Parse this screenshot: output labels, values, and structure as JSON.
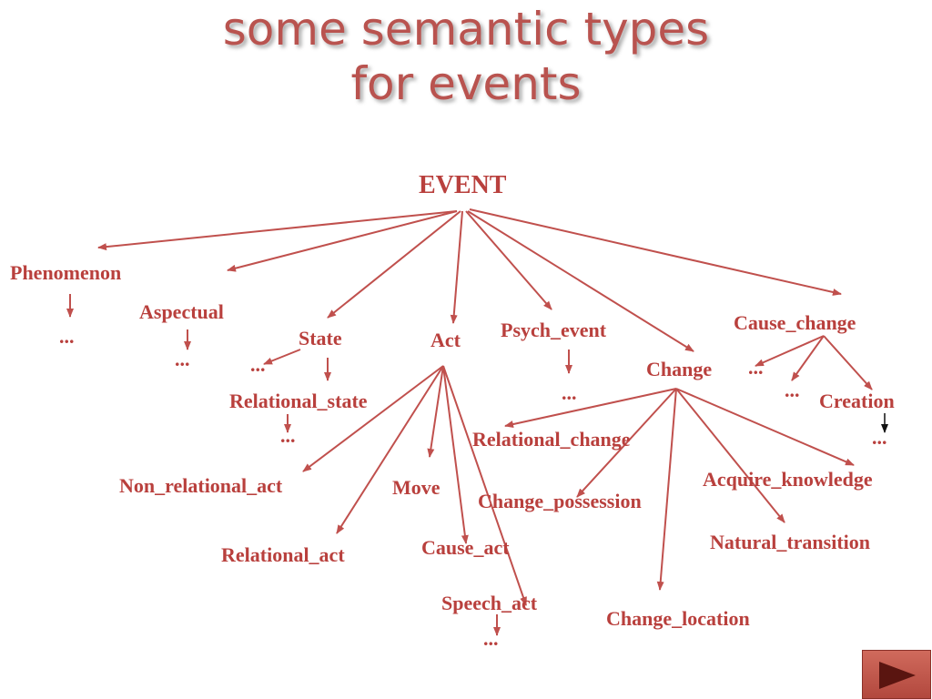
{
  "title": {
    "line1": "some semantic types",
    "line2": "for events"
  },
  "nodes": {
    "event": "EVENT",
    "phenomenon": "Phenomenon",
    "phenomenon_more": "...",
    "aspectual": "Aspectual",
    "aspectual_more": "...",
    "state": "State",
    "state_more": "...",
    "relational_state": "Relational_state",
    "relational_state_more": "...",
    "act": "Act",
    "non_relational_act": "Non_relational_act",
    "relational_act": "Relational_act",
    "move": "Move",
    "cause_act": "Cause_act",
    "speech_act": "Speech_act",
    "speech_act_more": "...",
    "psych_event": "Psych_event",
    "psych_event_more": "...",
    "change": "Change",
    "relational_change": "Relational_change",
    "change_possession": "Change_possession",
    "change_location": "Change_location",
    "natural_transition": "Natural_transition",
    "acquire_knowledge": "Acquire_knowledge",
    "cause_change": "Cause_change",
    "cause_change_more_1": "...",
    "cause_change_more_2": "...",
    "creation": "Creation",
    "creation_more": "..."
  },
  "edges": [
    [
      "event",
      "phenomenon"
    ],
    [
      "event",
      "aspectual"
    ],
    [
      "event",
      "state"
    ],
    [
      "event",
      "act"
    ],
    [
      "event",
      "psych_event"
    ],
    [
      "event",
      "change"
    ],
    [
      "event",
      "cause_change"
    ],
    [
      "phenomenon",
      "phenomenon_more"
    ],
    [
      "aspectual",
      "aspectual_more"
    ],
    [
      "state",
      "state_more"
    ],
    [
      "state",
      "relational_state"
    ],
    [
      "relational_state",
      "relational_state_more"
    ],
    [
      "act",
      "non_relational_act"
    ],
    [
      "act",
      "relational_act"
    ],
    [
      "act",
      "move"
    ],
    [
      "act",
      "cause_act"
    ],
    [
      "act",
      "speech_act"
    ],
    [
      "speech_act",
      "speech_act_more"
    ],
    [
      "psych_event",
      "psych_event_more"
    ],
    [
      "change",
      "relational_change"
    ],
    [
      "change",
      "change_possession"
    ],
    [
      "change",
      "change_location"
    ],
    [
      "change",
      "natural_transition"
    ],
    [
      "change",
      "acquire_knowledge"
    ],
    [
      "cause_change",
      "cause_change_more_1"
    ],
    [
      "cause_change",
      "cause_change_more_2"
    ],
    [
      "cause_change",
      "creation"
    ],
    [
      "creation",
      "creation_more"
    ]
  ],
  "colors": {
    "title": "#b9534f",
    "node_text": "#b9403d",
    "edge": "#c0504d",
    "nav_button": "#c05a4d"
  },
  "nav": {
    "icon": "play-icon"
  }
}
